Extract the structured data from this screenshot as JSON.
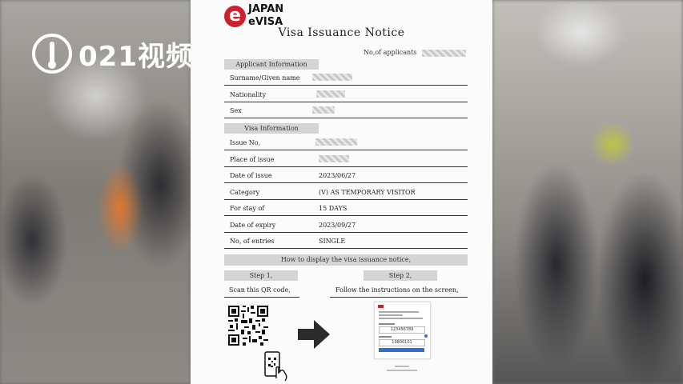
{
  "overlay": {
    "logo_text": "021视频"
  },
  "brand": {
    "mark": "e",
    "line1": "JAPAN",
    "line2": "eVISA"
  },
  "document": {
    "title": "Visa Issuance Notice",
    "applicants_label": "No,of applicants",
    "section_applicant": "Applicant Information",
    "section_visa": "Visa Information",
    "rows": {
      "name": {
        "label": "Surname/Given name"
      },
      "nationality": {
        "label": "Nationality"
      },
      "sex": {
        "label": "Sex"
      },
      "issue_no": {
        "label": "Issue No,"
      },
      "place": {
        "label": "Place of issue"
      },
      "date_issue": {
        "label": "Date of issue",
        "value": "2023/06/27"
      },
      "category": {
        "label": "Category",
        "value": "(V) AS TEMPORARY VISITOR"
      },
      "stay": {
        "label": "For stay of",
        "value": "15 DAYS"
      },
      "expiry": {
        "label": "Date of expiry",
        "value": "2023/09/27"
      },
      "entries": {
        "label": "No, of entries",
        "value": "SINGLE"
      }
    },
    "howto": "How to display the visa issuance notice,",
    "step1": {
      "label": "Step 1,",
      "desc": "Scan this QR code,"
    },
    "step2": {
      "label": "Step 2,",
      "desc": "Follow the instructions on the screen,"
    },
    "screen": {
      "field1": "123456789",
      "field2": "19800101"
    }
  },
  "icons": [
    "qr-code-icon",
    "right-arrow-icon",
    "phone-scan-icon"
  ]
}
